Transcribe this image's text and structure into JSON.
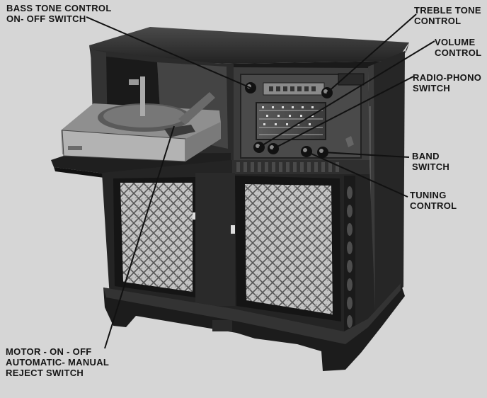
{
  "labels": {
    "bass": [
      "BASS TONE CONTROL",
      "ON- OFF SWITCH"
    ],
    "treble": [
      "TREBLE TONE",
      "CONTROL"
    ],
    "volume": [
      "VOLUME",
      "CONTROL"
    ],
    "radio_phono": [
      "RADIO-PHONO",
      "SWITCH"
    ],
    "band": [
      "BAND",
      "SWITCH"
    ],
    "tuning": [
      "TUNING",
      "CONTROL"
    ],
    "motor": [
      "MOTOR - ON - OFF",
      "AUTOMATIC- MANUAL",
      "REJECT SWITCH"
    ]
  },
  "colors": {
    "background": "#d6d6d6",
    "cabinet_dark": "#1c1c1c",
    "cabinet_mid": "#3a3a3a",
    "grille": "#bdbdbd",
    "turntable": "#9a9a9a",
    "label_text": "#151515"
  }
}
